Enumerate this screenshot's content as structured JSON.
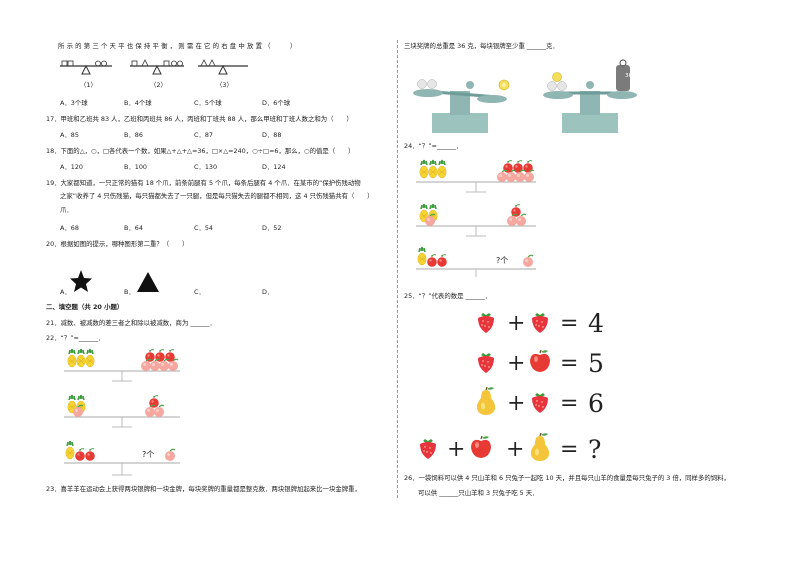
{
  "left": {
    "q16": {
      "text": "所示的第三个天平也保持平衡，则需在它的右盘中放置（　　）",
      "scale_labels": [
        "（1）",
        "（2）",
        "（3）"
      ],
      "options": [
        "A．3个球",
        "B．4个球",
        "C．5个球",
        "D．6个球"
      ]
    },
    "q17": {
      "text": "17．甲班和乙班共 83 人，乙班和丙班共 86 人，丙班和丁班共 88 人，那么甲班和丁班人数之和为（　　）",
      "options": [
        "A．85",
        "B．86",
        "C．87",
        "D．88"
      ]
    },
    "q18": {
      "text": "18．下面的△，○，□各代表一个数，如果△+△+△=36，□×△=240，○÷□=6，那么，○的值是（　　）",
      "options": [
        "A．120",
        "B．100",
        "C．130",
        "D．124"
      ]
    },
    "q19": {
      "line1": "19．大家都知道，一只正常的猫有 18 个爪，前条前腿有 5 个爪，每条后腿有 4 个爪．在某市的“保护伤残动物",
      "line2": "之家”收养了 4 只伤残猫，每只猫都失去了一只腿，但是每只猫失去的腿都不相同，这 4 只伤残猫共有（　　）",
      "line3": "爪．",
      "options": [
        "A．68",
        "B．64",
        "C．54",
        "D．52"
      ]
    },
    "q20": {
      "text": "20．根据如图的提示，哪种图形第二重？（　　）",
      "options": [
        "A．",
        "B．",
        "C．",
        "D．"
      ]
    },
    "section2": "二、填空题（共 20 小题）",
    "q21": "21．减数、被减数的差三者之和除以被减数，商为 ______．",
    "q22": "22．“？”=______．",
    "q22_mark": "?个",
    "q23": "23．喜羊羊在运动会上获得两块银牌和一块金牌，每块奖牌的重量都是整克数．两块银牌加起来比一块金牌重，"
  },
  "right": {
    "q23_cont": "三块奖牌的总重是 36 克，每块银牌至少重 ______克．",
    "q23_weight": "36克",
    "q24": "24．“？”=______．",
    "q24_mark": "?个",
    "q25": "25．“？”代表的数是 ______．",
    "q25_results": [
      "4",
      "5",
      "6",
      "?"
    ],
    "q26_line1": "26．一袋饲料可以供 4 只山羊和 6 只兔子一起吃 10 天，并且每只山羊的食量是每只兔子的 3 倍，同样多的饲料，",
    "q26_line2": "可以供 ______只山羊和 3 只兔子吃 5 天．"
  },
  "colors": {
    "strawberry": "#e8343f",
    "apple": "#e83a35",
    "pear": "#f4c53a",
    "pineapple": "#f6d531",
    "peach": "#f6a7a0",
    "scale": "#8fb6b2",
    "ball": "#f3df5a"
  }
}
